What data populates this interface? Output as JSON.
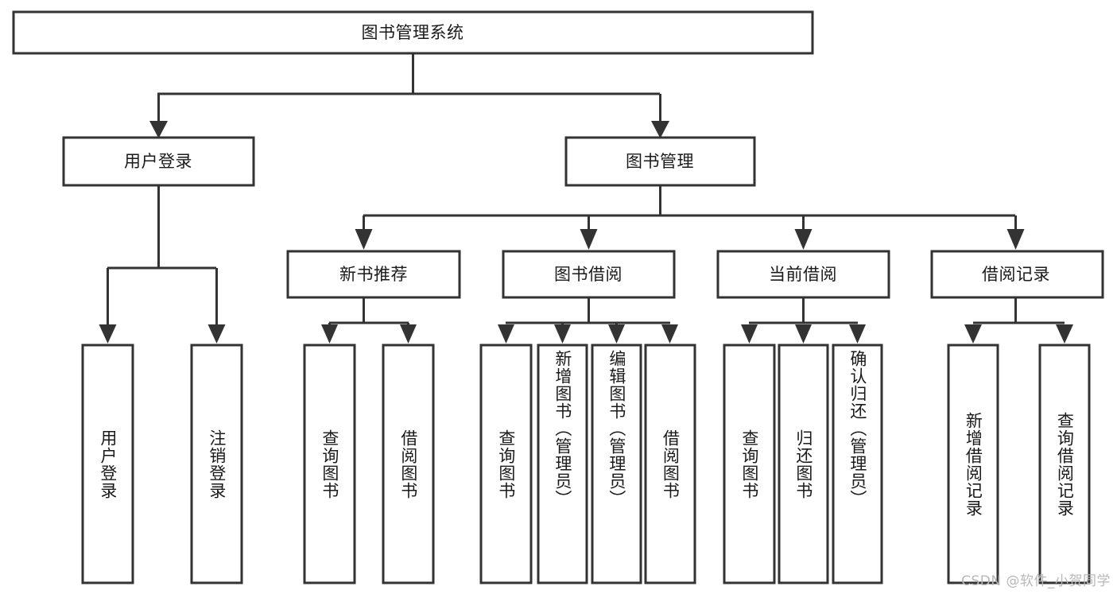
{
  "diagram": {
    "title": "图书管理系统",
    "type": "tree",
    "colors": {
      "box_stroke": "#333333",
      "box_fill": "#ffffff",
      "text": "#1a1a1a",
      "background": "#ffffff",
      "watermark": "#b8b8b8"
    },
    "root": {
      "label": "图书管理系统"
    },
    "level2": [
      {
        "id": "user-login",
        "label": "用户登录"
      },
      {
        "id": "book-manage",
        "label": "图书管理"
      }
    ],
    "level3": [
      {
        "id": "new-book-rec",
        "label": "新书推荐",
        "parent": "book-manage"
      },
      {
        "id": "book-borrow",
        "label": "图书借阅",
        "parent": "book-manage"
      },
      {
        "id": "current-borrow",
        "label": "当前借阅",
        "parent": "book-manage"
      },
      {
        "id": "borrow-record",
        "label": "借阅记录",
        "parent": "book-manage"
      }
    ],
    "leaves": {
      "user-login": [
        {
          "id": "leaf-user-login",
          "label": "用户登录"
        },
        {
          "id": "leaf-logout-login",
          "label": "注销登录"
        }
      ],
      "new-book-rec": [
        {
          "id": "leaf-query-book-1",
          "label": "查询图书"
        },
        {
          "id": "leaf-borrow-book-1",
          "label": "借阅图书"
        }
      ],
      "book-borrow": [
        {
          "id": "leaf-query-book-2",
          "label": "查询图书"
        },
        {
          "id": "leaf-add-book",
          "label": "新增图书（管理员）"
        },
        {
          "id": "leaf-edit-book",
          "label": "编辑图书（管理员）"
        },
        {
          "id": "leaf-borrow-book-2",
          "label": "借阅图书"
        }
      ],
      "current-borrow": [
        {
          "id": "leaf-query-book-3",
          "label": "查询图书"
        },
        {
          "id": "leaf-return-book",
          "label": "归还图书"
        },
        {
          "id": "leaf-confirm-return",
          "label": "确认归还（管理员）"
        }
      ],
      "borrow-record": [
        {
          "id": "leaf-add-record",
          "label": "新增借阅记录"
        },
        {
          "id": "leaf-query-record",
          "label": "查询借阅记录"
        }
      ]
    }
  },
  "watermark": {
    "text": "CSDN @软件_小贺同学"
  }
}
